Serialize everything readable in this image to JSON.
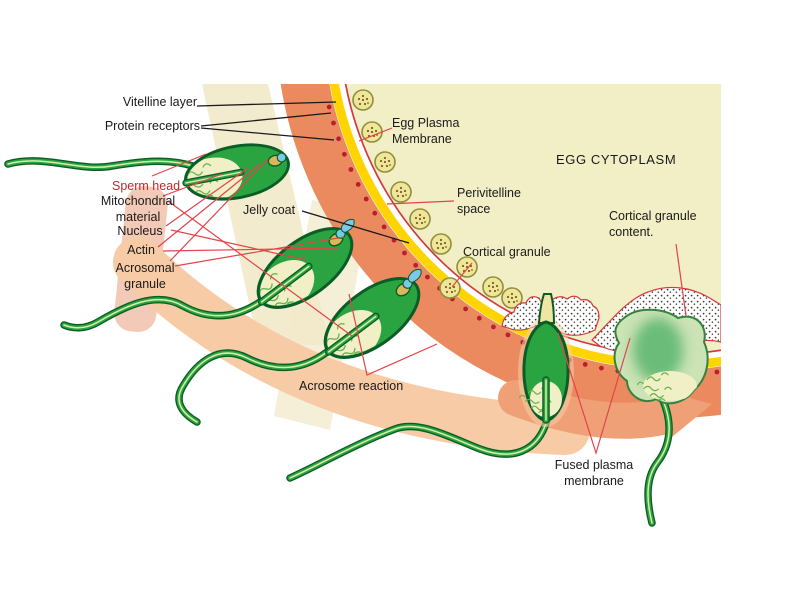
{
  "figure_type": "biology-diagram",
  "labels": {
    "vitelline_layer": "Vitelline layer",
    "protein_receptors": "Protein receptors",
    "egg_plasma_membrane": "Egg Plasma\nMembrane",
    "egg_cytoplasm": "EGG CYTOPLASM",
    "perivitelline_space": "Perivitelline\nspace",
    "cortical_granule": "Cortical granule",
    "cortical_granule_content": "Cortical granule\ncontent.",
    "jelly_coat": "Jelly coat",
    "sperm_head": "Sperm head",
    "mitochondrial_material": "Mitochondrial\nmaterial",
    "nucleus": "Nucleus",
    "actin": "Actin",
    "acrosomal_granule": "Acrosomal\ngranule",
    "acrosome_reaction": "Acrosome reaction",
    "fused_plasma_membrane": "Fused plasma\nmembrane"
  },
  "colors": {
    "background": "#ffffff",
    "egg_cytoplasm": "#f2eec6",
    "jelly_coat": "#ea8a5e",
    "trail_band": "#f6cba6",
    "arrow": "#efa076",
    "cream_band": "#f2e9c9",
    "pink_band": "#f2c4af",
    "vitelline_layer": "#ffd400",
    "protein_receptor": "#b91f2e",
    "egg_membrane": "#d4383f",
    "leader_red": "#e2444b",
    "leader_black": "#1a1a1a",
    "sperm_body": "#2aa341",
    "sperm_outline": "#0a5d26",
    "sperm_pale_interior": "#f0efc6",
    "squiggle": "#66b24e",
    "tail_stripe": "#dceda8",
    "acrosomal_granule_cyan": "#7bc8e8",
    "acrosome_tan": "#d8b859",
    "cortical_granule_fill": "#f0e69a",
    "cortical_granule_outline": "#8f8f3c",
    "cortical_granule_dot": "#7a6226",
    "fused_blob": "#cbe3b5",
    "fused_core": "#52b26a",
    "label_text": "#1a1a1a",
    "sperm_head_label": "#c4272e"
  }
}
